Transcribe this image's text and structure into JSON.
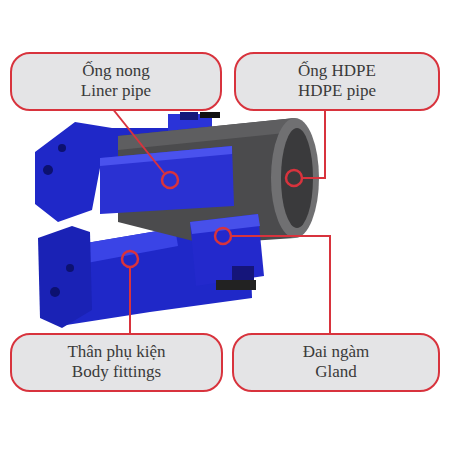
{
  "diagram": {
    "nodes": [
      {
        "text": [
          "Ống nong",
          "Liner pipe"
        ]
      },
      {
        "text": [
          "Ống HDPE",
          "HDPE pipe"
        ]
      },
      {
        "text": [
          "Thân phụ kiện",
          "Body fittings"
        ]
      },
      {
        "text": [
          "Đai ngàm",
          "Gland"
        ]
      }
    ]
  }
}
